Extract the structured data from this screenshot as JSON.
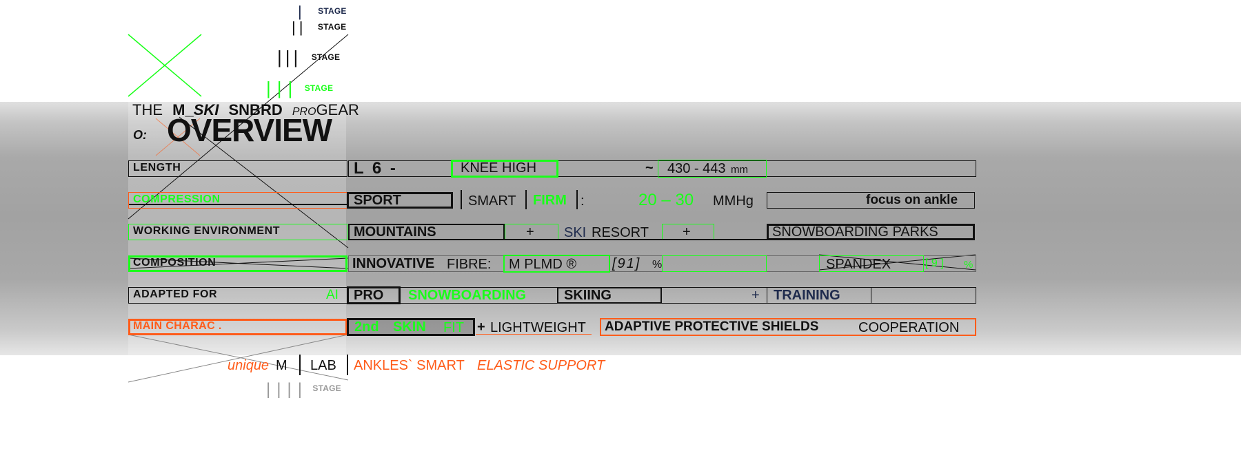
{
  "stages": {
    "s1": {
      "bars": "|",
      "label": "STAGE"
    },
    "s2": {
      "bars": "||",
      "label": "STAGE"
    },
    "s3": {
      "bars": "|||",
      "label": "STAGE"
    },
    "s4": {
      "bars": "|||",
      "label": "STAGE"
    },
    "s5": {
      "bars": "||||",
      "label": "STAGE"
    }
  },
  "header": {
    "the": "THE",
    "m": "M_",
    "ski": "SKI",
    "snbrd": "SNBRD",
    "pro": "PRO",
    "gear": "GEAR",
    "o_prefix": "O:",
    "title": "OVERVIEW"
  },
  "rows": {
    "length": {
      "label": "LENGTH",
      "code": "L 6 -",
      "knee": "KNEE  HIGH",
      "tilde": "~",
      "range": "430 - 443",
      "unit": "mm"
    },
    "compression": {
      "label": "COMPRESSION",
      "sport": "SPORT",
      "smart": "SMART",
      "firm": "FIRM",
      "colon": ":",
      "range": "20 – 30",
      "unit": "MMHg",
      "focus": "focus  on  ankle"
    },
    "environment": {
      "label": "WORKING  ENVIRONMENT",
      "mountains": "MOUNTAINS",
      "plus1": "+",
      "ski": "SKI",
      "resort": "RESORT",
      "plus2": "+",
      "parks": "SNOWBOARDING   PARKS"
    },
    "composition": {
      "label": "COMPOSITION",
      "innovative": "INNOVATIVE",
      "fibre": "FIBRE:",
      "plmd": "M PLMD  ®",
      "pct": "[91]",
      "pct_sign": "%",
      "spandex": "SPANDEX",
      "spandex_pct": "[ 9 ]",
      "spandex_sign": "%"
    },
    "adapted": {
      "label": "ADAPTED   FOR",
      "ai": "AI",
      "pro": "PRO",
      "snowboarding": "SNOWBOARDING",
      "skiing": "SKIING",
      "plus": "+",
      "training": "TRAINING"
    },
    "main": {
      "label": "MAIN   CHARAC .",
      "second": "2nd",
      "skin": "SKIN",
      "fit": "FIT",
      "plus": "+",
      "lightweight": "LIGHTWEIGHT",
      "shields": "ADAPTIVE  PROTECTIVE  SHIELDS",
      "cooperation": "COOPERATION"
    }
  },
  "footer": {
    "unique": "unique",
    "m": "M",
    "lab": "LAB",
    "ankles": "ANKLES` SMART",
    "elastic": "ELASTIC  SUPPORT"
  },
  "colors": {
    "accent_green": "#1aff1a",
    "accent_orange": "#ff5c1a",
    "navy": "#1f2b4d"
  }
}
